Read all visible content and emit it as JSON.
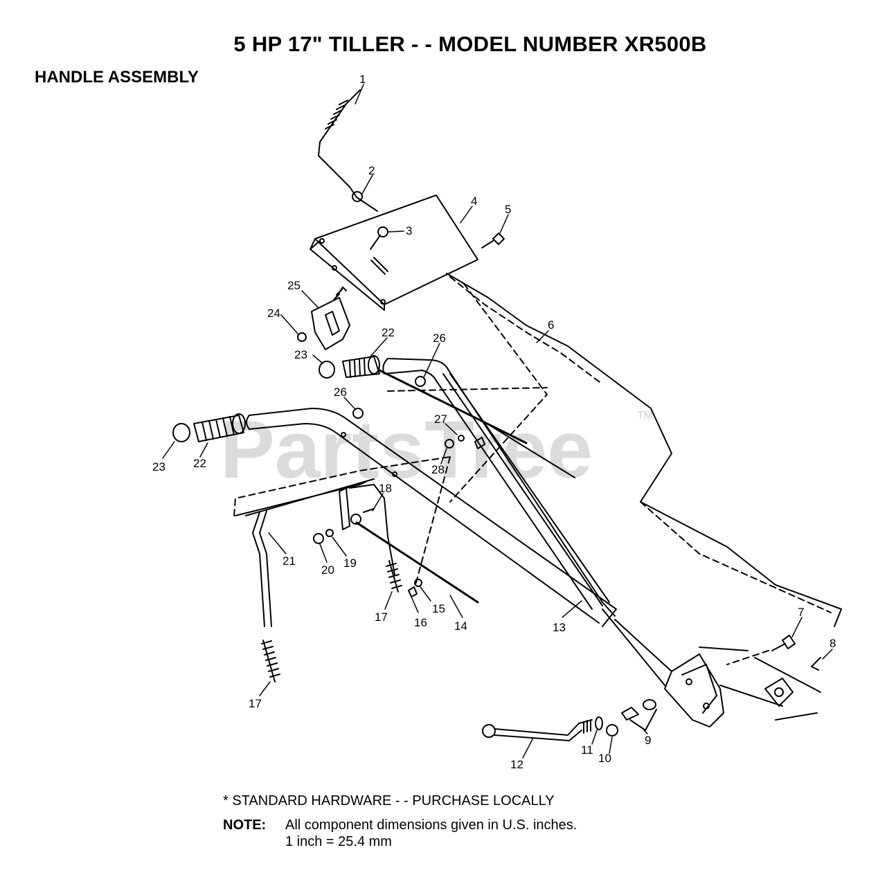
{
  "title": "5 HP  17\" TILLER - - MODEL NUMBER XR500B",
  "section_title": "HANDLE ASSEMBLY",
  "watermark": {
    "text": "PartsTree",
    "tm": "TM"
  },
  "callouts": [
    {
      "id": "c1",
      "text": "1"
    },
    {
      "id": "c2",
      "text": "2"
    },
    {
      "id": "c3",
      "text": "3"
    },
    {
      "id": "c4",
      "text": "4"
    },
    {
      "id": "c5",
      "text": "5"
    },
    {
      "id": "c6",
      "text": "6"
    },
    {
      "id": "c7",
      "text": "7"
    },
    {
      "id": "c8",
      "text": "8"
    },
    {
      "id": "c9",
      "text": "9"
    },
    {
      "id": "c10",
      "text": "10"
    },
    {
      "id": "c11",
      "text": "11"
    },
    {
      "id": "c12",
      "text": "12"
    },
    {
      "id": "c13",
      "text": "13"
    },
    {
      "id": "c14",
      "text": "14"
    },
    {
      "id": "c15",
      "text": "15"
    },
    {
      "id": "c16",
      "text": "16"
    },
    {
      "id": "c17a",
      "text": "17"
    },
    {
      "id": "c17b",
      "text": "17"
    },
    {
      "id": "c18",
      "text": "18"
    },
    {
      "id": "c19",
      "text": "19"
    },
    {
      "id": "c20",
      "text": "20"
    },
    {
      "id": "c21",
      "text": "21"
    },
    {
      "id": "c22a",
      "text": "22"
    },
    {
      "id": "c22b",
      "text": "22"
    },
    {
      "id": "c23a",
      "text": "23"
    },
    {
      "id": "c23b",
      "text": "23"
    },
    {
      "id": "c24",
      "text": "24"
    },
    {
      "id": "c25",
      "text": "25"
    },
    {
      "id": "c26a",
      "text": "26"
    },
    {
      "id": "c26b",
      "text": "26"
    },
    {
      "id": "c27",
      "text": "27"
    },
    {
      "id": "c28",
      "text": "28"
    }
  ],
  "footer": {
    "standard_hardware": "*  STANDARD HARDWARE - - PURCHASE LOCALLY",
    "note_label": "NOTE:",
    "note_line1": "All component dimensions given in U.S. inches.",
    "note_line2": "1 inch = 25.4 mm"
  }
}
